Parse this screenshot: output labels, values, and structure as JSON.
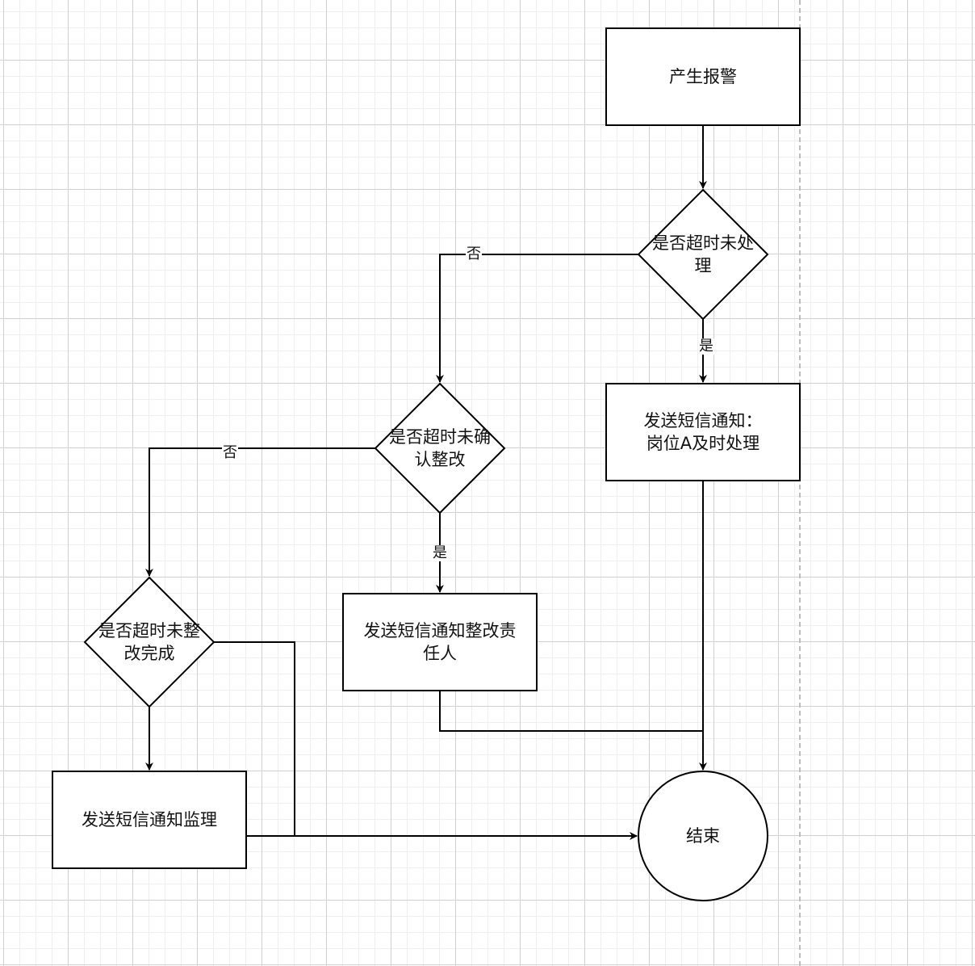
{
  "diagram": {
    "type": "flowchart",
    "nodes": {
      "start": {
        "shape": "rectangle",
        "label": "产生报警"
      },
      "decision_unhandled": {
        "shape": "diamond",
        "label": "是否超时未处\n理"
      },
      "notify_post_a": {
        "shape": "rectangle",
        "label": "发送短信通知：\n岗位A及时处理"
      },
      "decision_unconfirmed": {
        "shape": "diamond",
        "label": "是否超时未确\n认整改"
      },
      "notify_responsible": {
        "shape": "rectangle",
        "label": "发送短信通知整改责\n任人"
      },
      "decision_incomplete": {
        "shape": "diamond",
        "label": "是否超时未整\n改完成"
      },
      "notify_supervisor": {
        "shape": "rectangle",
        "label": "发送短信通知监理"
      },
      "end": {
        "shape": "circle",
        "label": "结束"
      }
    },
    "edges": [
      {
        "from": "start",
        "to": "decision_unhandled",
        "label": ""
      },
      {
        "from": "decision_unhandled",
        "to": "notify_post_a",
        "label": "是"
      },
      {
        "from": "decision_unhandled",
        "to": "decision_unconfirmed",
        "label": "否"
      },
      {
        "from": "notify_post_a",
        "to": "end",
        "label": ""
      },
      {
        "from": "decision_unconfirmed",
        "to": "notify_responsible",
        "label": "是"
      },
      {
        "from": "decision_unconfirmed",
        "to": "decision_incomplete",
        "label": "否"
      },
      {
        "from": "notify_responsible",
        "to": "end",
        "label": ""
      },
      {
        "from": "decision_incomplete",
        "to": "notify_supervisor",
        "label": ""
      },
      {
        "from": "decision_incomplete",
        "to": "end",
        "label": ""
      },
      {
        "from": "notify_supervisor",
        "to": "end",
        "label": ""
      }
    ]
  }
}
